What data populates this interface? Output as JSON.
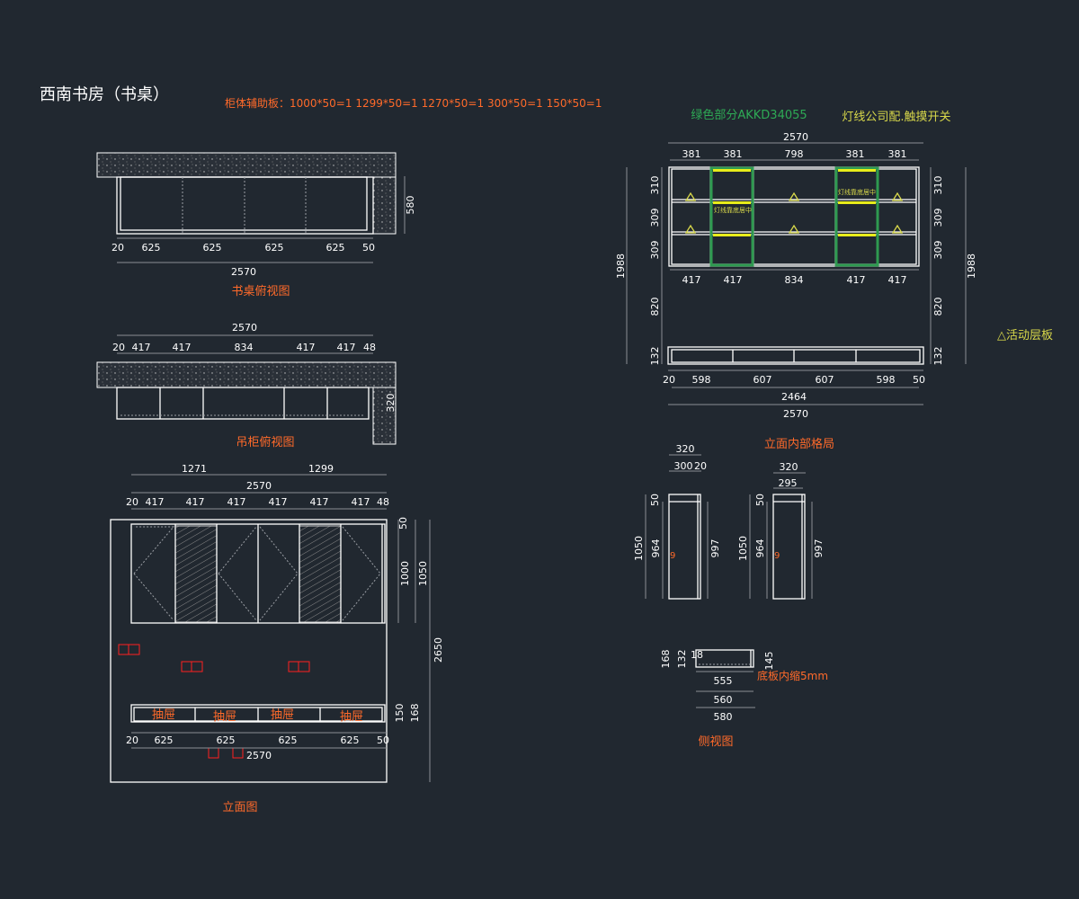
{
  "title": "西南书房（书桌）",
  "aux_boards": "柜体辅助板：1000*50=1  1299*50=1  1270*50=1   300*50=1 150*50=1",
  "green_note": "绿色部分AKKD34055",
  "light_note": "灯线公司配.触摸开关",
  "shelf_note": "△活动层板",
  "colors": {
    "background": "#212830",
    "orange": "#ff6a2a",
    "yellow": "#d8d84a",
    "green": "#2eaa55",
    "dimension": "#ffffff"
  },
  "desk_top": {
    "label": "书桌俯视图",
    "dims": [
      "20",
      "625",
      "625",
      "625",
      "625",
      "50"
    ],
    "total": "2570",
    "depth": "580"
  },
  "wall_cabinet_top": {
    "label": "吊柜俯视图",
    "total": "2570",
    "dims": [
      "20",
      "417",
      "417",
      "834",
      "417",
      "417",
      "48"
    ],
    "depth": "320"
  },
  "elevation": {
    "label": "立面图",
    "top_splits": [
      "1271",
      "1299"
    ],
    "total_top": "2570",
    "dims": [
      "20",
      "417",
      "417",
      "417",
      "417",
      "417",
      "417",
      "48"
    ],
    "vertical": [
      "50",
      "1000",
      "1050",
      "2650",
      "150",
      "168"
    ],
    "drawer_label": "抽屉",
    "drawer_labels": [
      "抽屉",
      "抽屉",
      "抽屉",
      "抽屉"
    ],
    "bottom_dims": [
      "20",
      "625",
      "625",
      "625",
      "625",
      "50"
    ],
    "total_bottom": "2570"
  },
  "interior": {
    "label": "立面内部格局",
    "total": "2570",
    "col_widths": [
      "381",
      "381",
      "798",
      "381",
      "381"
    ],
    "row_heights": [
      "310",
      "309",
      "309"
    ],
    "height": "1988",
    "open_height": "820",
    "base_height": "132",
    "mid_dims": [
      "417",
      "417",
      "834",
      "417",
      "417"
    ],
    "base_dims": [
      "20",
      "598",
      "607",
      "607",
      "598",
      "50"
    ],
    "base_total": "2464",
    "total_bottom": "2570",
    "light_tag": "灯线靠底居中"
  },
  "side_view": {
    "label": "侧视图",
    "left": {
      "width": "320",
      "inner": "300",
      "edge": "20",
      "top": "50",
      "height": "1050",
      "inner_h": "964",
      "gap": "9",
      "right_h": "997"
    },
    "right": {
      "width": "320",
      "inner": "295",
      "top": "50",
      "height": "1050",
      "inner_h": "964",
      "gap": "9",
      "right_h": "997"
    },
    "base": {
      "h1": "168",
      "h2": "132",
      "t": "18",
      "h3": "145",
      "w1": "555",
      "w2": "560",
      "w3": "580",
      "note": "底板内缩5mm"
    }
  }
}
